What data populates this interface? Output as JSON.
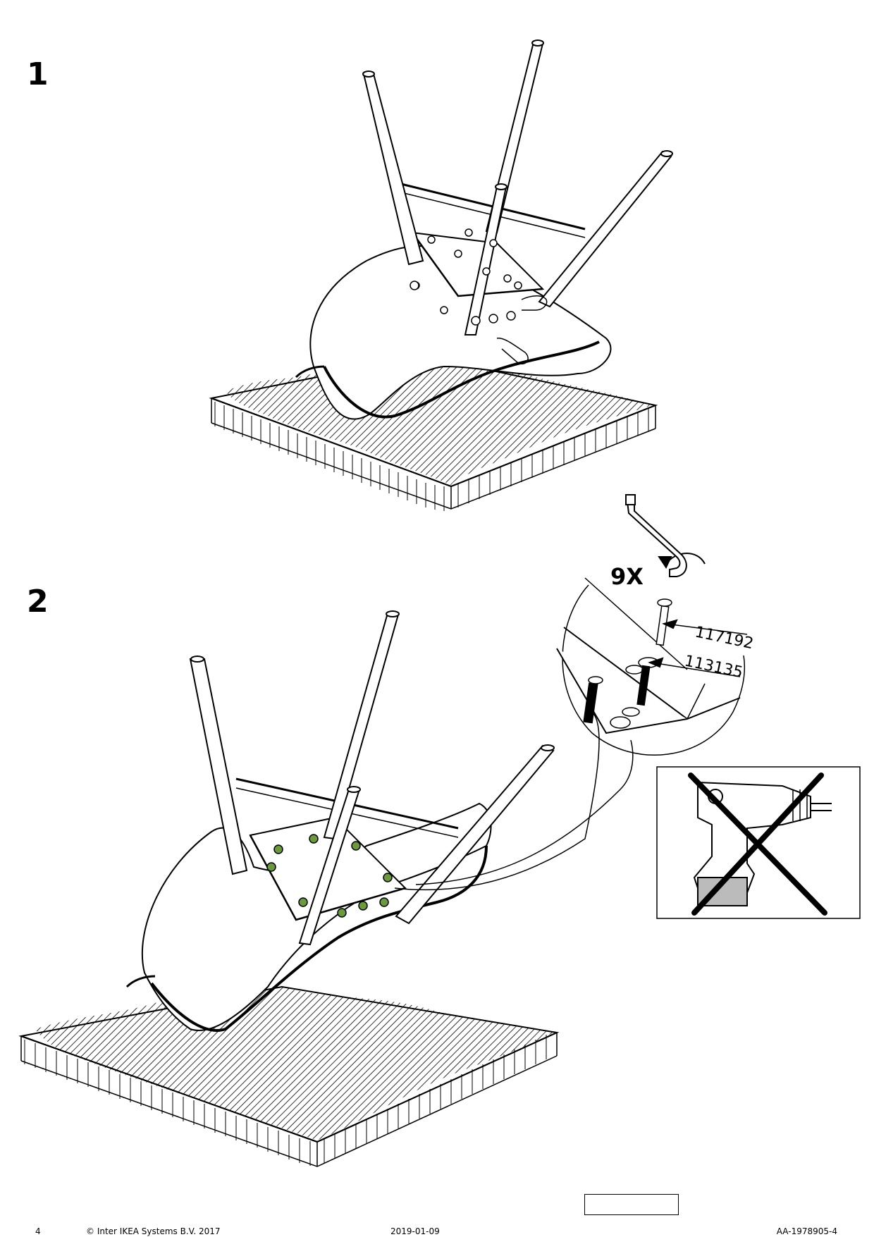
{
  "steps": [
    {
      "number": "1"
    },
    {
      "number": "2",
      "quantity": "9X",
      "parts": [
        "117192",
        "113135"
      ]
    }
  ],
  "footer": {
    "page": "4",
    "copyright": "© Inter IKEA Systems B.V. 2017",
    "date": "2019-01-09",
    "document_id": "AA-1978905-4"
  },
  "icons": {
    "allen_key": "allen-key-icon",
    "no_power_drill": "no-power-drill-icon"
  }
}
